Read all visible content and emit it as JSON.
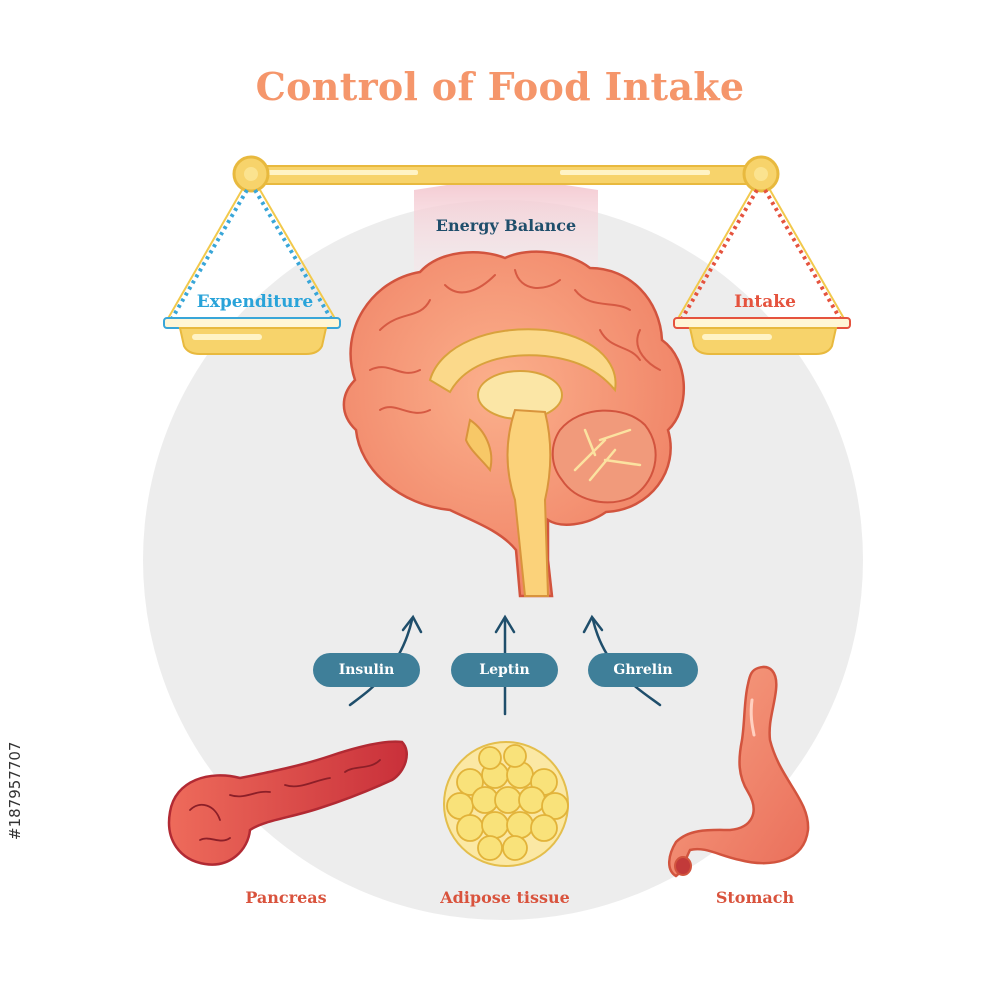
{
  "title": "Control of Food Intake",
  "scale": {
    "center_label": "Energy Balance",
    "left_pan_label": "Expenditure",
    "right_pan_label": "Intake"
  },
  "hormones": [
    {
      "label": "Insulin"
    },
    {
      "label": "Leptin"
    },
    {
      "label": "Ghrelin"
    }
  ],
  "organs": [
    {
      "label": "Pancreas"
    },
    {
      "label": "Adipose tissue"
    },
    {
      "label": "Stomach"
    }
  ],
  "stock_id": "#187957707",
  "colors": {
    "title": "#f5966b",
    "energy_label": "#1f4e6b",
    "expenditure": "#29a3d9",
    "intake": "#e5533e",
    "hormone_pill": "#3f7f99",
    "organ_label": "#d9533d",
    "background_circle": "#ededed",
    "scale_beam": "#f7d36b"
  },
  "icons": {
    "brain": "brain-icon",
    "pancreas": "pancreas-icon",
    "adipose": "adipose-tissue-icon",
    "stomach": "stomach-icon",
    "arrows": "arrow-up-icon"
  }
}
